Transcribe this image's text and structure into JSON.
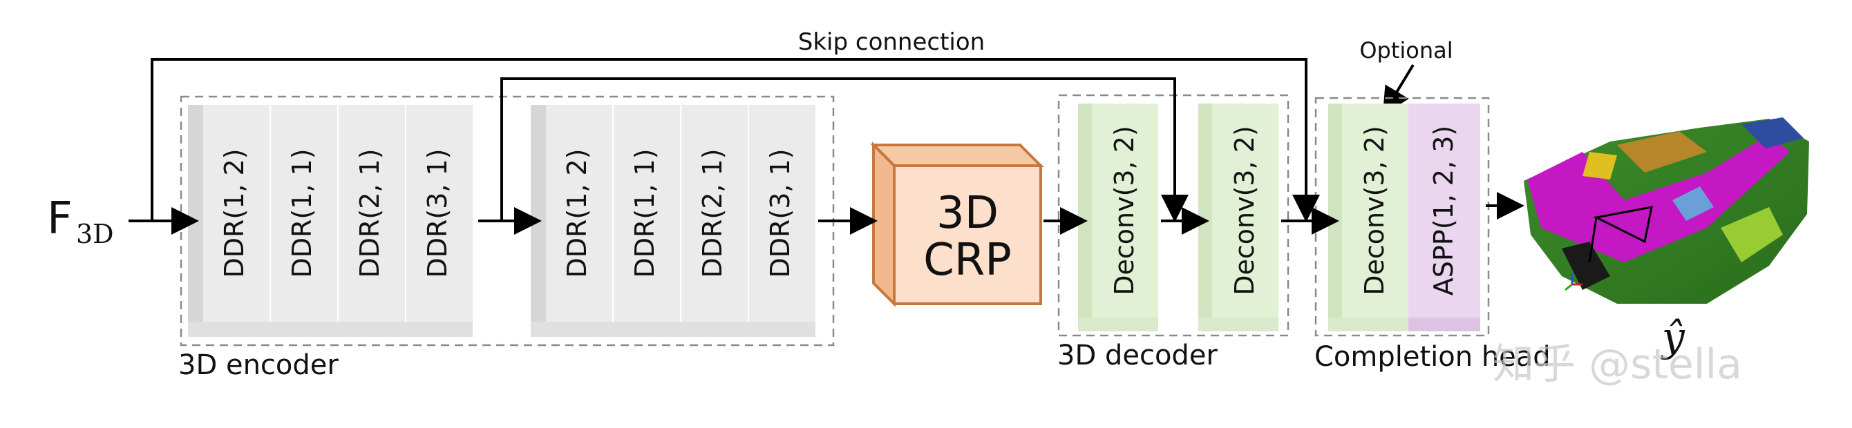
{
  "input_label": "F",
  "input_subscript": "3D",
  "skip_label": "Skip connection",
  "optional_label": "Optional",
  "encoder": {
    "group_label": "3D encoder",
    "blocks_a": [
      "DDR(1, 2)",
      "DDR(1, 1)",
      "DDR(2, 1)",
      "DDR(3, 1)"
    ],
    "blocks_b": [
      "DDR(1, 2)",
      "DDR(1, 1)",
      "DDR(2, 1)",
      "DDR(3, 1)"
    ]
  },
  "crp": {
    "line1": "3D",
    "line2": "CRP"
  },
  "decoder": {
    "group_label": "3D decoder",
    "blocks": [
      "Deconv(3, 2)",
      "Deconv(3, 2)"
    ]
  },
  "completion": {
    "group_label": "Completion head",
    "deconv": "Deconv(3, 2)",
    "aspp": "ASPP(1, 2, 3)"
  },
  "output_label": "ŷ",
  "watermark": "知乎 @stella",
  "colors": {
    "ddr_face": "#ebebeb",
    "ddr_side": "#d6d6d6",
    "deconv_face": "#e2f1d6",
    "deconv_side": "#cfe4bf",
    "aspp_face": "#ead6ef",
    "crp_face": "#fde0cc",
    "crp_stroke": "#c8773f"
  }
}
